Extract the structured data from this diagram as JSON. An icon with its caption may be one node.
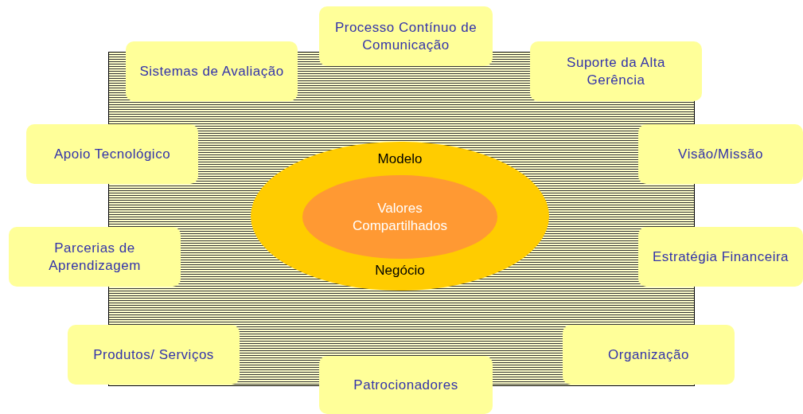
{
  "diagram": {
    "nodes": [
      {
        "text": [
          "Processo Contínuo de Comunicação"
        ]
      },
      {
        "text": [
          "Sistemas de Avaliação"
        ]
      },
      {
        "text": [
          "Suporte da Alta Gerência"
        ]
      },
      {
        "text": [
          "Apoio Tecnológico"
        ]
      },
      {
        "text": [
          "Visão/Missão"
        ]
      },
      {
        "text": [
          "Modelo",
          "Negócio"
        ]
      },
      {
        "text": [
          "Valores Compartilhados"
        ],
        "in": 5
      },
      {
        "text": [
          "Parcerias de Aprendizagem"
        ]
      },
      {
        "text": [
          "Estratégia Financeira"
        ]
      },
      {
        "text": [
          "Produtos/ Serviços"
        ]
      },
      {
        "text": [
          "Organização"
        ]
      },
      {
        "text": [
          "Patrocionadores"
        ]
      }
    ],
    "edges": []
  }
}
